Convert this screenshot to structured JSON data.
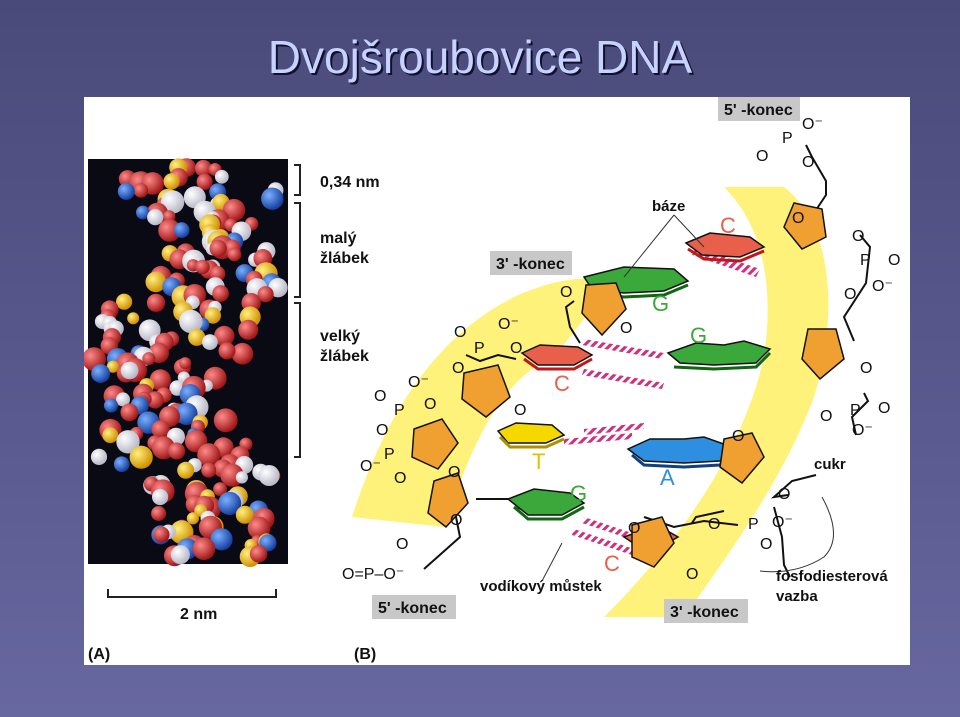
{
  "title": "Dvojšroubovice DNA",
  "panel_a": {
    "label": "(A)",
    "scale_034": "0,34 nm",
    "minor_groove_1": "malý",
    "minor_groove_2": "žlábek",
    "major_groove_1": "velký",
    "major_groove_2": "žlábek",
    "width_label": "2 nm"
  },
  "panel_b": {
    "label": "(B)",
    "end_5_top": "5' -konec",
    "end_3_top": "3' -konec",
    "end_5_bottom": "5' -konec",
    "end_3_bottom": "3' -konec",
    "bases_label": "báze",
    "sugar_label": "cukr",
    "hbond_label": "vodíkový můstek",
    "phospho_1": "fosfodiesterová",
    "phospho_2": "vazba",
    "bases": {
      "c1": "C",
      "g1": "G",
      "g2": "G",
      "c2": "C",
      "t": "T",
      "a": "A",
      "g3": "G",
      "c3": "C"
    },
    "atoms": {
      "o": "O",
      "o_minus": "O⁻",
      "p": "P",
      "phosphate_line": "O=P–O⁻"
    }
  },
  "colors": {
    "C": "#e8604c",
    "G": "#3aa83a",
    "T": "#f5d800",
    "A": "#2e8fe0",
    "sugar": "#f0a030",
    "backbone_band": "#fff27a",
    "hbond": "#d0307a"
  }
}
